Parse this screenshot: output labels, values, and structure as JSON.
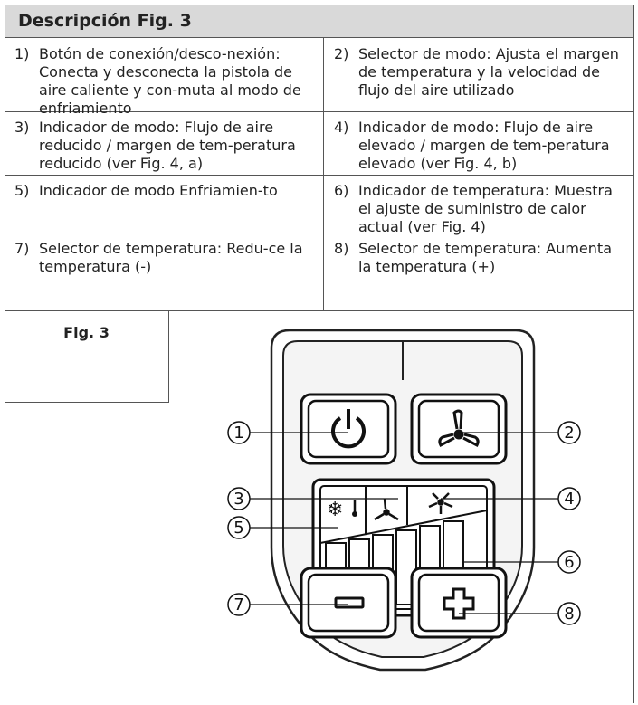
{
  "title": "Descripción Fig. 3",
  "items": [
    {
      "num": "1)",
      "text": "Botón de conexión/desco-nexión: Conecta y desconecta la pistola de aire caliente y con-muta al modo de enfriamiento"
    },
    {
      "num": "2)",
      "text": "Selector de modo: Ajusta el margen de temperatura y la velocidad de flujo del aire utilizado"
    },
    {
      "num": "3)",
      "text": "Indicador de modo: Flujo de aire reducido / margen de tem-peratura reducido (ver Fig. 4, a)"
    },
    {
      "num": "4)",
      "text": "Indicador de modo: Flujo de aire elevado / margen de tem-peratura elevado (ver Fig. 4, b)"
    },
    {
      "num": "5)",
      "text": "Indicador de modo Enfriamien-to"
    },
    {
      "num": "6)",
      "text": "Indicador de temperatura: Muestra el ajuste de suministro de calor actual (ver Fig. 4)"
    },
    {
      "num": "7)",
      "text": "Selector de temperatura: Redu-ce la temperatura (-)"
    },
    {
      "num": "8)",
      "text": "Selector de temperatura: Aumenta la temperatura (+)"
    }
  ],
  "figure": {
    "label": "Fig. 3",
    "callouts": [
      "1",
      "2",
      "3",
      "4",
      "5",
      "6",
      "7",
      "8"
    ]
  },
  "icons": [
    "power-icon",
    "fan-mode-icon",
    "snowflake-icon",
    "thermometer-icon",
    "fan-low-icon",
    "fan-high-icon",
    "minus-icon",
    "plus-icon"
  ]
}
